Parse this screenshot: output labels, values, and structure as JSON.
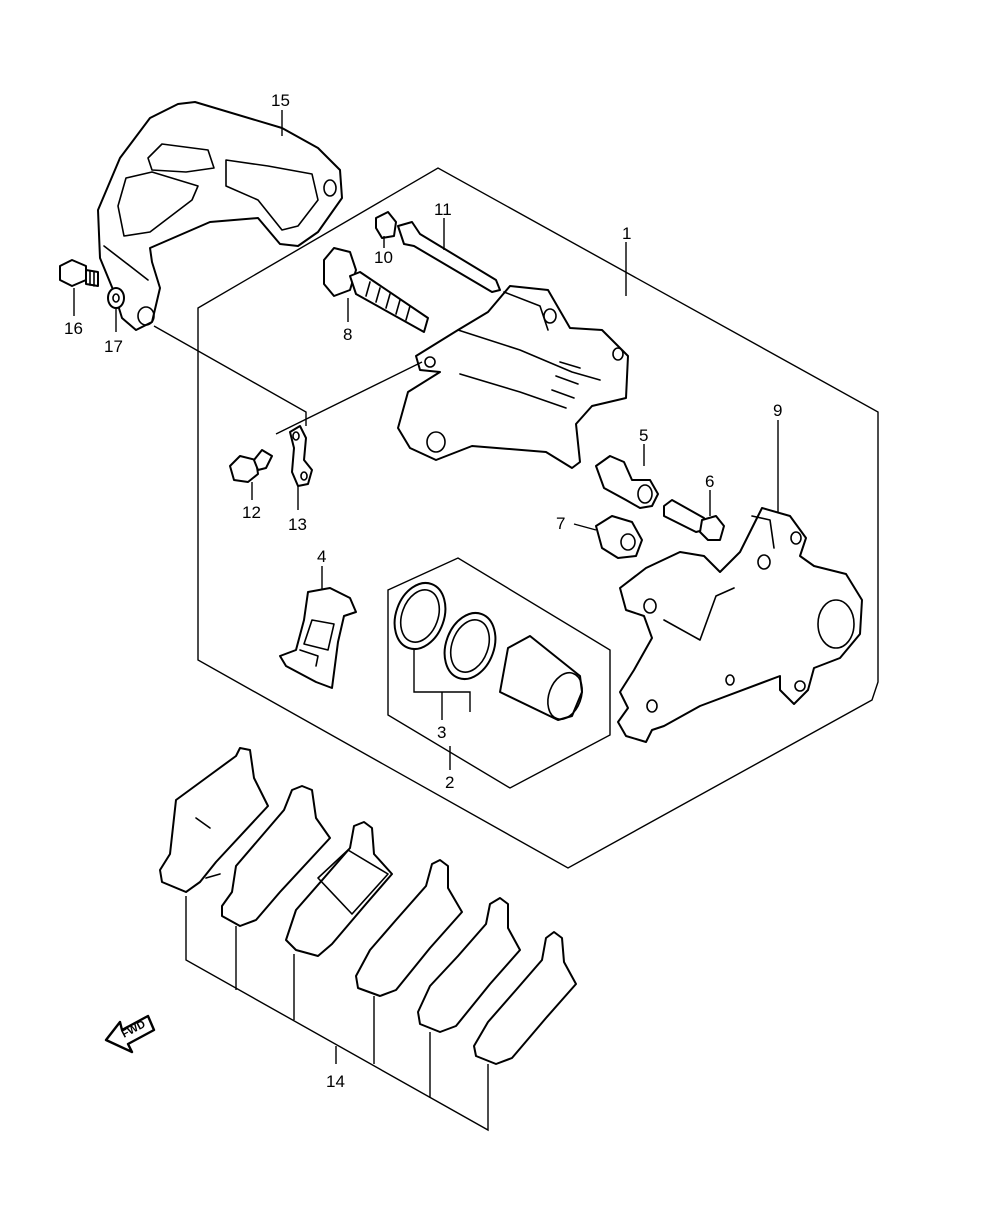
{
  "colors": {
    "line": "#000000",
    "background": "#ffffff"
  },
  "callouts": [
    {
      "id": "c1",
      "text": "1"
    },
    {
      "id": "c2",
      "text": "2"
    },
    {
      "id": "c3",
      "text": "3"
    },
    {
      "id": "c4",
      "text": "4"
    },
    {
      "id": "c5",
      "text": "5"
    },
    {
      "id": "c6",
      "text": "6"
    },
    {
      "id": "c7",
      "text": "7"
    },
    {
      "id": "c8",
      "text": "8"
    },
    {
      "id": "c9",
      "text": "9"
    },
    {
      "id": "c10",
      "text": "10"
    },
    {
      "id": "c11",
      "text": "11"
    },
    {
      "id": "c12",
      "text": "12"
    },
    {
      "id": "c13",
      "text": "13"
    },
    {
      "id": "c14",
      "text": "14"
    },
    {
      "id": "c15",
      "text": "15"
    },
    {
      "id": "c16",
      "text": "16"
    },
    {
      "id": "c17",
      "text": "17"
    }
  ],
  "direction_badge": {
    "text": "FWD",
    "icon": "forward-arrow-icon"
  }
}
